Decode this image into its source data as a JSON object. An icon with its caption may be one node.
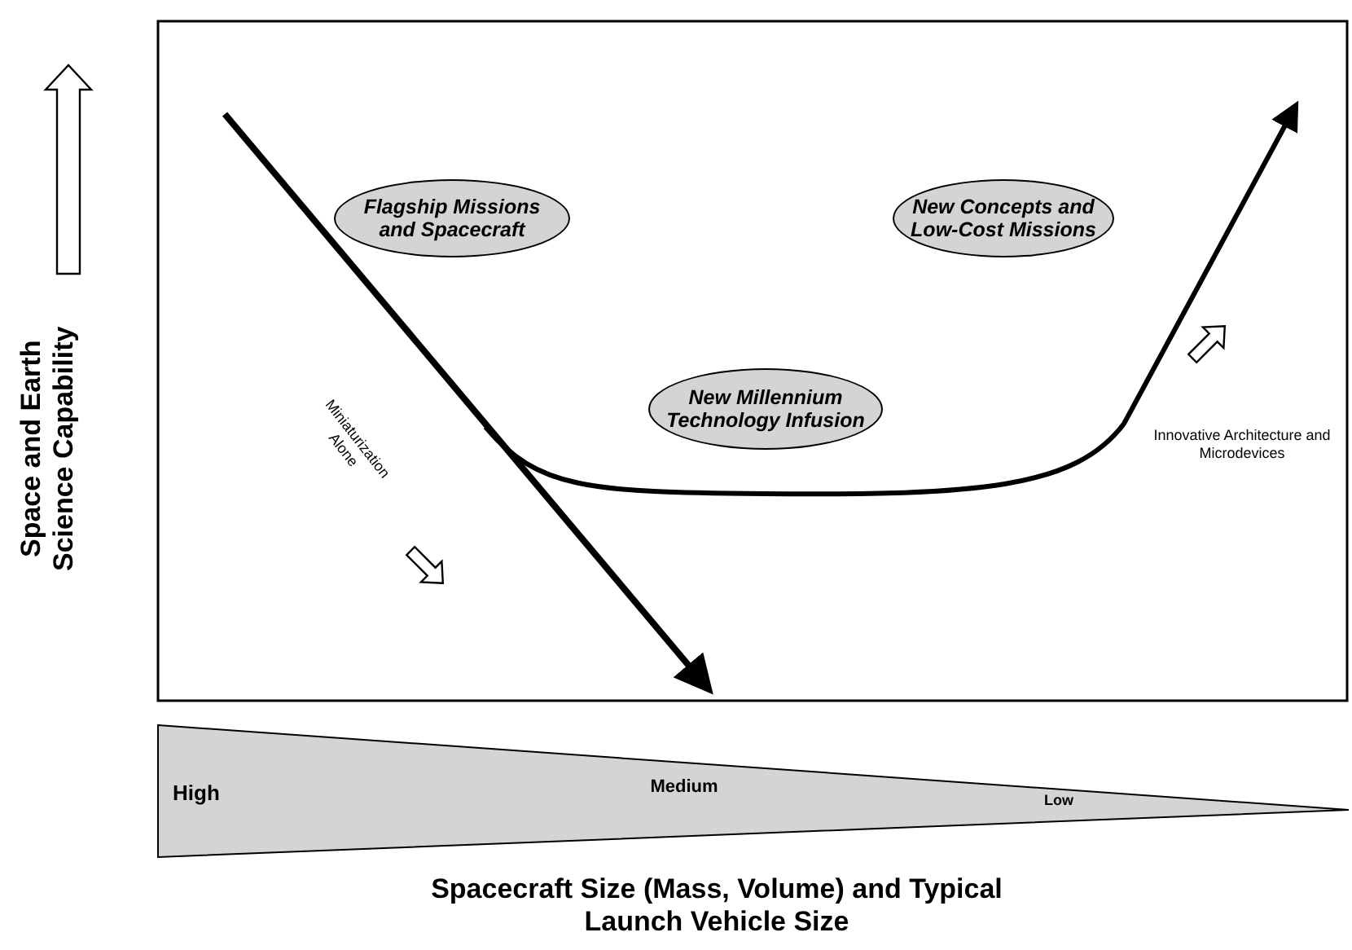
{
  "diagram": {
    "nodes": [
      {
        "text": [
          "Flagship Missions and Spacecraft"
        ]
      },
      {
        "text": [
          "New Concepts and Low-Cost Missions"
        ]
      },
      {
        "text": [
          "New Millennium Technology Infusion"
        ]
      }
    ],
    "labels": [
      "Space and Earth Science Capability",
      "Miniaturization Alone",
      "Innovative Architecture and Microdevices",
      "High",
      "Medium",
      "Low",
      "Spacecraft Size (Mass, Volume) and Typical Launch Vehicle Size"
    ]
  }
}
